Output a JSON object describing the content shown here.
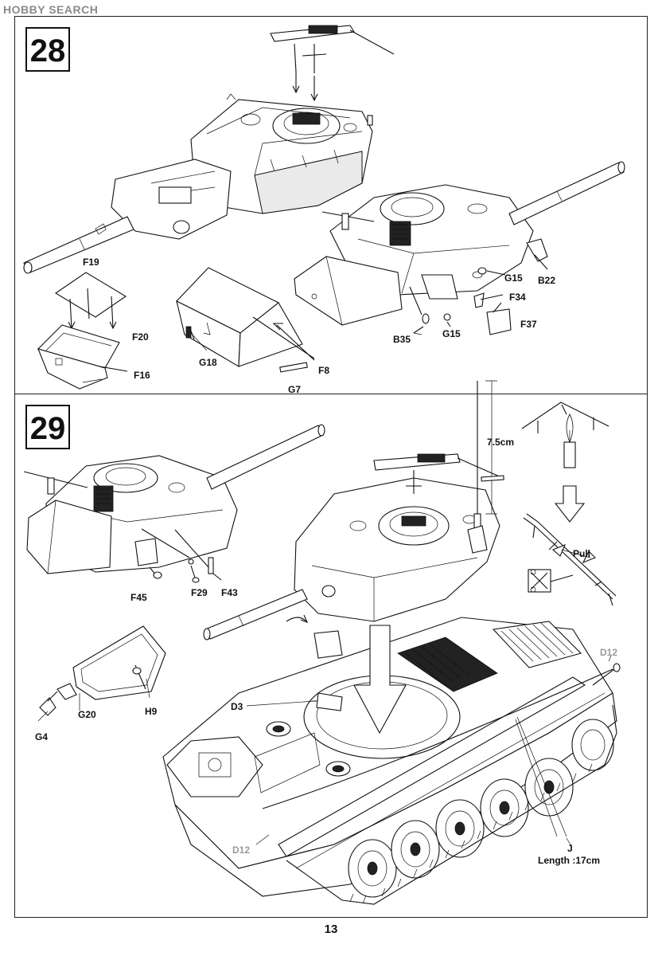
{
  "watermark": "HOBBY SEARCH",
  "page_number": "13",
  "steps": [
    {
      "number": "28",
      "labels": {
        "F19": "F19",
        "F20": "F20",
        "F16": "F16",
        "G18": "G18",
        "F8": "F8",
        "G7": "G7",
        "G15a": "G15",
        "B22": "B22",
        "F34": "F34",
        "F37": "F37",
        "B35": "B35",
        "G15b": "G15"
      }
    },
    {
      "number": "29",
      "labels": {
        "F45": "F45",
        "F29": "F29",
        "F43": "F43",
        "H9": "H9",
        "G20": "G20",
        "G4": "G4",
        "D3": "D3",
        "D12a": "D12",
        "D12b": "D12",
        "J": "J",
        "length": "Length :17cm",
        "stretch_len": "7.5cm",
        "pull": "Pull"
      }
    }
  ],
  "icons": [
    "candle-icon",
    "arrow-down-icon",
    "scissors-icon"
  ]
}
